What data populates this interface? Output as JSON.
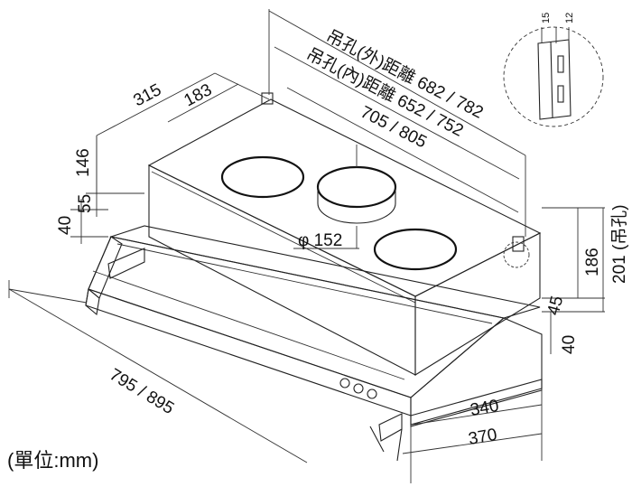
{
  "unit_note": "(單位:mm)",
  "dimensions": {
    "hanging_outer": "吊孔(外)距離 682 / 782",
    "hanging_inner": "吊孔(內)距離 652 / 752",
    "top_width": "705 / 805",
    "total_width": "795 / 895",
    "depth_total": "315",
    "depth_top": "183",
    "body_height": "146",
    "front_lip_top": "55",
    "front_lip": "40",
    "duct_diameter": "φ 152",
    "right_height": "186",
    "right_height_hanging": "201 (吊孔)",
    "right_small": "45",
    "right_lower": "40",
    "bottom_340": "340",
    "bottom_370": "370"
  },
  "detail": {
    "dim_a": "15",
    "dim_b": "12"
  }
}
